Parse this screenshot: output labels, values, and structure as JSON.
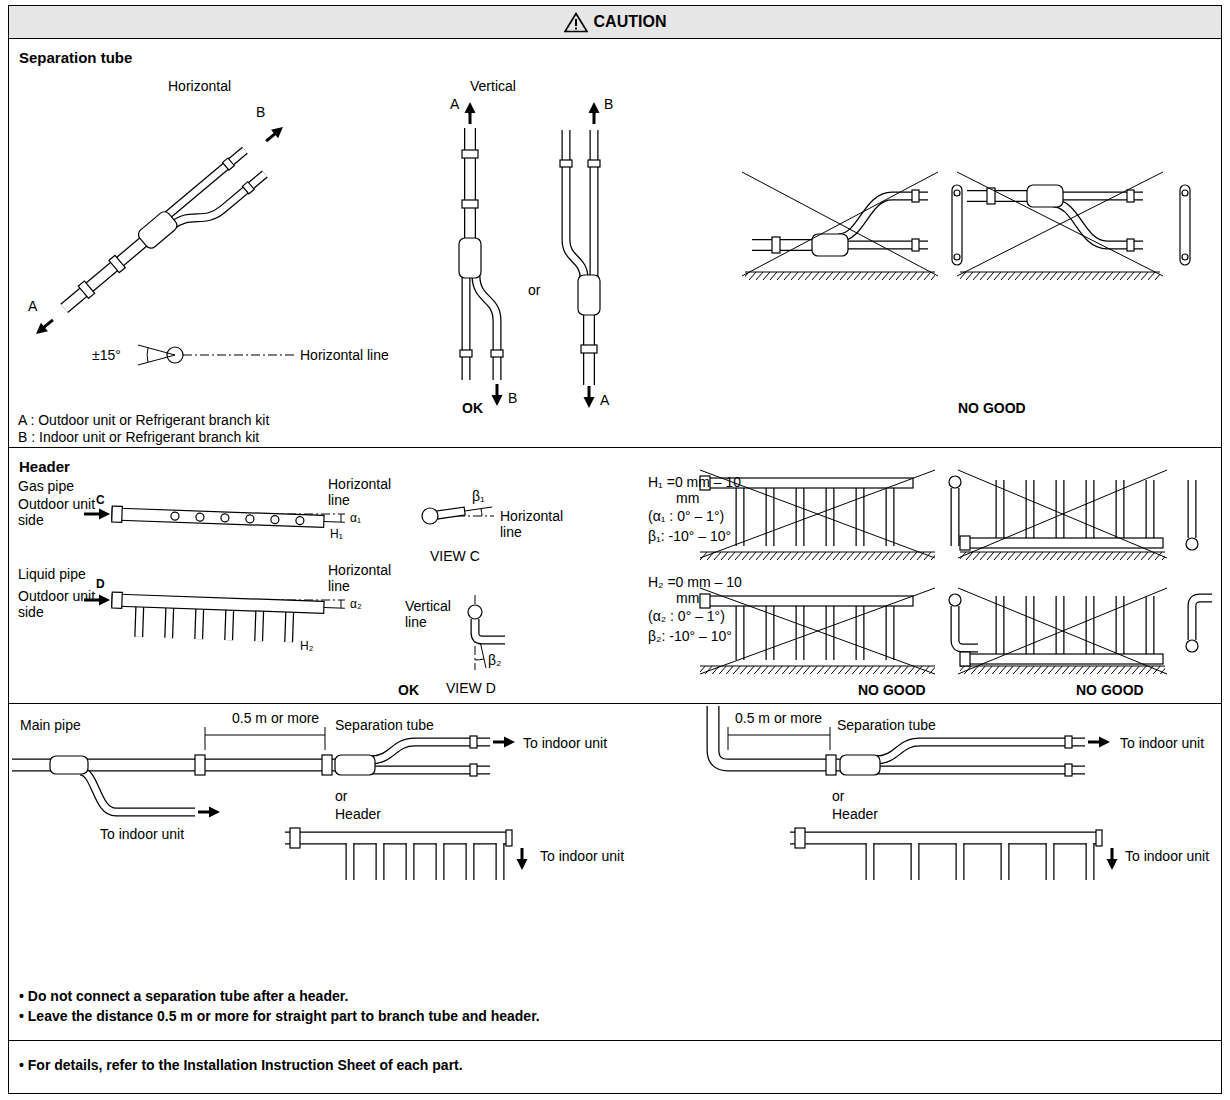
{
  "diagram": {
    "title": "CAUTION",
    "nodes": [
      {
        "text": [
          "Separation tube"
        ]
      },
      {
        "text": [
          "Header"
        ]
      },
      {
        "text": [
          "• Do not connect a separation tube after a header.",
          "• Leave the distance 0.5 m or more for straight part to branch tube and header."
        ]
      },
      {
        "text": [
          "• For details, refer to the Installation Instruction Sheet of each part."
        ]
      }
    ],
    "labels": [
      "Horizontal",
      "B",
      "A",
      "±15°",
      "Horizontal line",
      "Vertical",
      "A",
      "or",
      "B",
      "B",
      "A",
      "OK",
      "NO GOOD",
      "A : Outdoor unit or Refrigerant branch kit",
      "B : Indoor unit or Refrigerant branch kit",
      "Gas pipe",
      "Outdoor unit side",
      "C",
      "Horizontal line",
      "H₁",
      "α₁",
      "β₁",
      "Horizontal line",
      "VIEW C",
      "H₁ =0 mm – 10 mm",
      "(α₁ : 0° – 1°)",
      "β₁: -10° – 10°",
      "Liquid pipe",
      "Outdoor unit side",
      "D",
      "Horizontal line",
      "α₂",
      "H₂",
      "Vertical line",
      "β₂",
      "VIEW D",
      "OK",
      "H₂ =0 mm – 10 mm",
      "(α₂ : 0° – 1°)",
      "β₂: -10° – 10°",
      "NO GOOD",
      "NO GOOD",
      "Main pipe",
      "0.5 m or more",
      "Separation tube",
      "To indoor unit",
      "or",
      "To indoor unit",
      "Header",
      "To indoor unit",
      "0.5 m or more",
      "Separation tube",
      "To indoor unit",
      "or",
      "Header",
      "To indoor unit"
    ]
  }
}
